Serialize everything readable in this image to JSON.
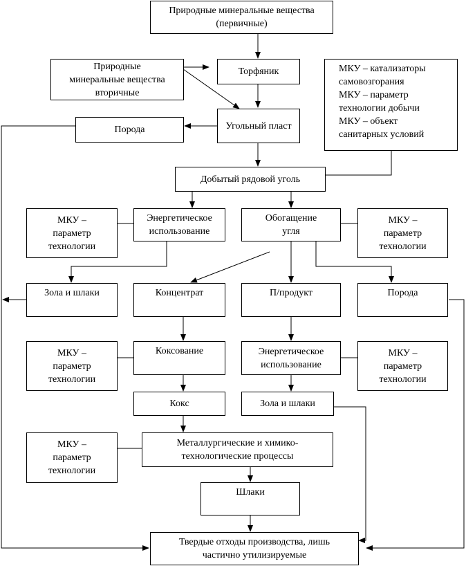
{
  "diagram": {
    "nodes": {
      "primary": "Природные минеральные вещества\n(первичные)",
      "secondary": "Природные\nминеральные вещества\nвторичные",
      "peat": "Торфяник",
      "coal_seam": "Угольный пласт",
      "rock_top": "Порода",
      "mku_list": "МКУ – катализаторы\nсамовозгорания\nМКУ – параметр\nтехнологии добычи\nМКУ – объект\nсанитарных условий",
      "raw_coal": "Добытый рядовой уголь",
      "mku_param_1": "МКУ –\nпараметр\nтехнологии",
      "energy_use_1": "Энергетическое\nиспользование",
      "enrichment": "Обогащение\nугля",
      "mku_param_2": "МКУ –\nпараметр\nтехнологии",
      "ash_slag_1": "Зола и шлаки",
      "concentrate": "Концентрат",
      "byproduct": "П/продукт",
      "rock_mid": "Порода",
      "mku_param_3": "МКУ –\nпараметр\nтехнологии",
      "coking": "Коксование",
      "energy_use_2": "Энергетическое\nиспользование",
      "mku_param_4": "МКУ –\nпараметр\nтехнологии",
      "coke": "Кокс",
      "ash_slag_2": "Зола и шлаки",
      "mku_param_5": "МКУ –\nпараметр\nтехнологии",
      "metallurgy": "Металлургические и химико-\nтехнологические процессы",
      "slags": "Шлаки",
      "solid_waste": "Твердые отходы производства, лишь\nчастично утилизируемые"
    }
  }
}
